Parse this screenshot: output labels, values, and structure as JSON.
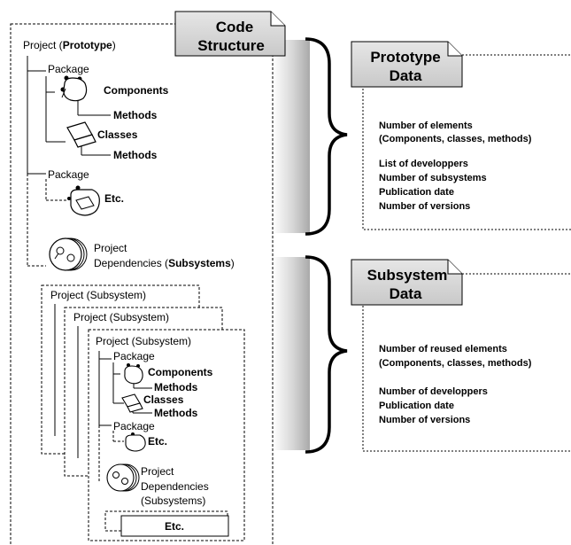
{
  "code_structure": {
    "title_line1": "Code",
    "title_line2": "Structure",
    "project": {
      "label_prefix": "Project (",
      "label_name": "Prototype",
      "label_suffix": ")"
    },
    "package1": {
      "label": "Package",
      "components_label": "Components",
      "components_methods_label": "Methods",
      "classes_label": "Classes",
      "classes_methods_label": "Methods"
    },
    "package2": {
      "label": "Package",
      "etc_label": "Etc."
    },
    "dependencies": {
      "line1": "Project",
      "line2_prefix": "Dependencies (",
      "line2_name": "Subsystems",
      "line2_suffix": ")"
    },
    "subsystems": {
      "back1_label": "Project (Subsystem)",
      "back2_label": "Project (Subsystem)",
      "front_label": "Project (Subsystem)",
      "package1_label": "Package",
      "components_label": "Components",
      "components_methods_label": "Methods",
      "classes_label": "Classes",
      "classes_methods_label": "Methods",
      "package2_label": "Package",
      "package2_etc_label": "Etc.",
      "dependencies_line1": "Project",
      "dependencies_line2": "Dependencies",
      "dependencies_line3": "(Subsystems)",
      "etc_label": "Etc."
    }
  },
  "prototype_data": {
    "title_line1": "Prototype",
    "title_line2": "Data",
    "items": [
      "Number of elements",
      "(Components, classes, methods)",
      "List of developpers",
      "Number of subsystems",
      "Publication date",
      "Number of versions"
    ]
  },
  "subsystem_data": {
    "title_line1": "Subsystem",
    "title_line2": "Data",
    "items": [
      "Number of reused elements",
      "(Components, classes, methods)",
      "Number of developpers",
      "Publication date",
      "Number of versions"
    ]
  }
}
